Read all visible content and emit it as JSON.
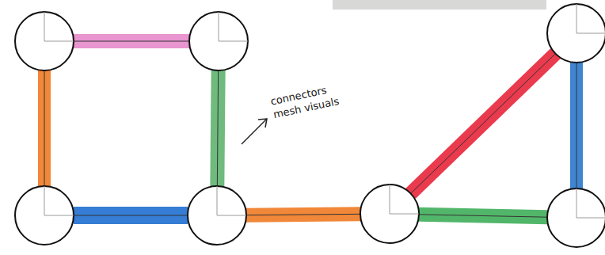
{
  "diagram": {
    "nodes": [
      {
        "text": []
      },
      {
        "text": []
      },
      {
        "text": []
      },
      {
        "text": []
      },
      {
        "text": []
      },
      {
        "text": []
      },
      {
        "text": []
      }
    ],
    "edges": [
      {
        "from": 0,
        "to": 1,
        "arrow": "none"
      },
      {
        "from": 0,
        "to": 3,
        "arrow": "none"
      },
      {
        "from": 1,
        "to": 4,
        "arrow": "none"
      },
      {
        "from": 3,
        "to": 4,
        "arrow": "none"
      },
      {
        "from": 4,
        "to": 5,
        "arrow": "none"
      },
      {
        "from": 5,
        "to": 2,
        "arrow": "none"
      },
      {
        "from": 5,
        "to": 6,
        "arrow": "none"
      },
      {
        "from": 2,
        "to": 6,
        "arrow": "none"
      }
    ],
    "labels": [
      "connectors mesh visuals"
    ]
  }
}
